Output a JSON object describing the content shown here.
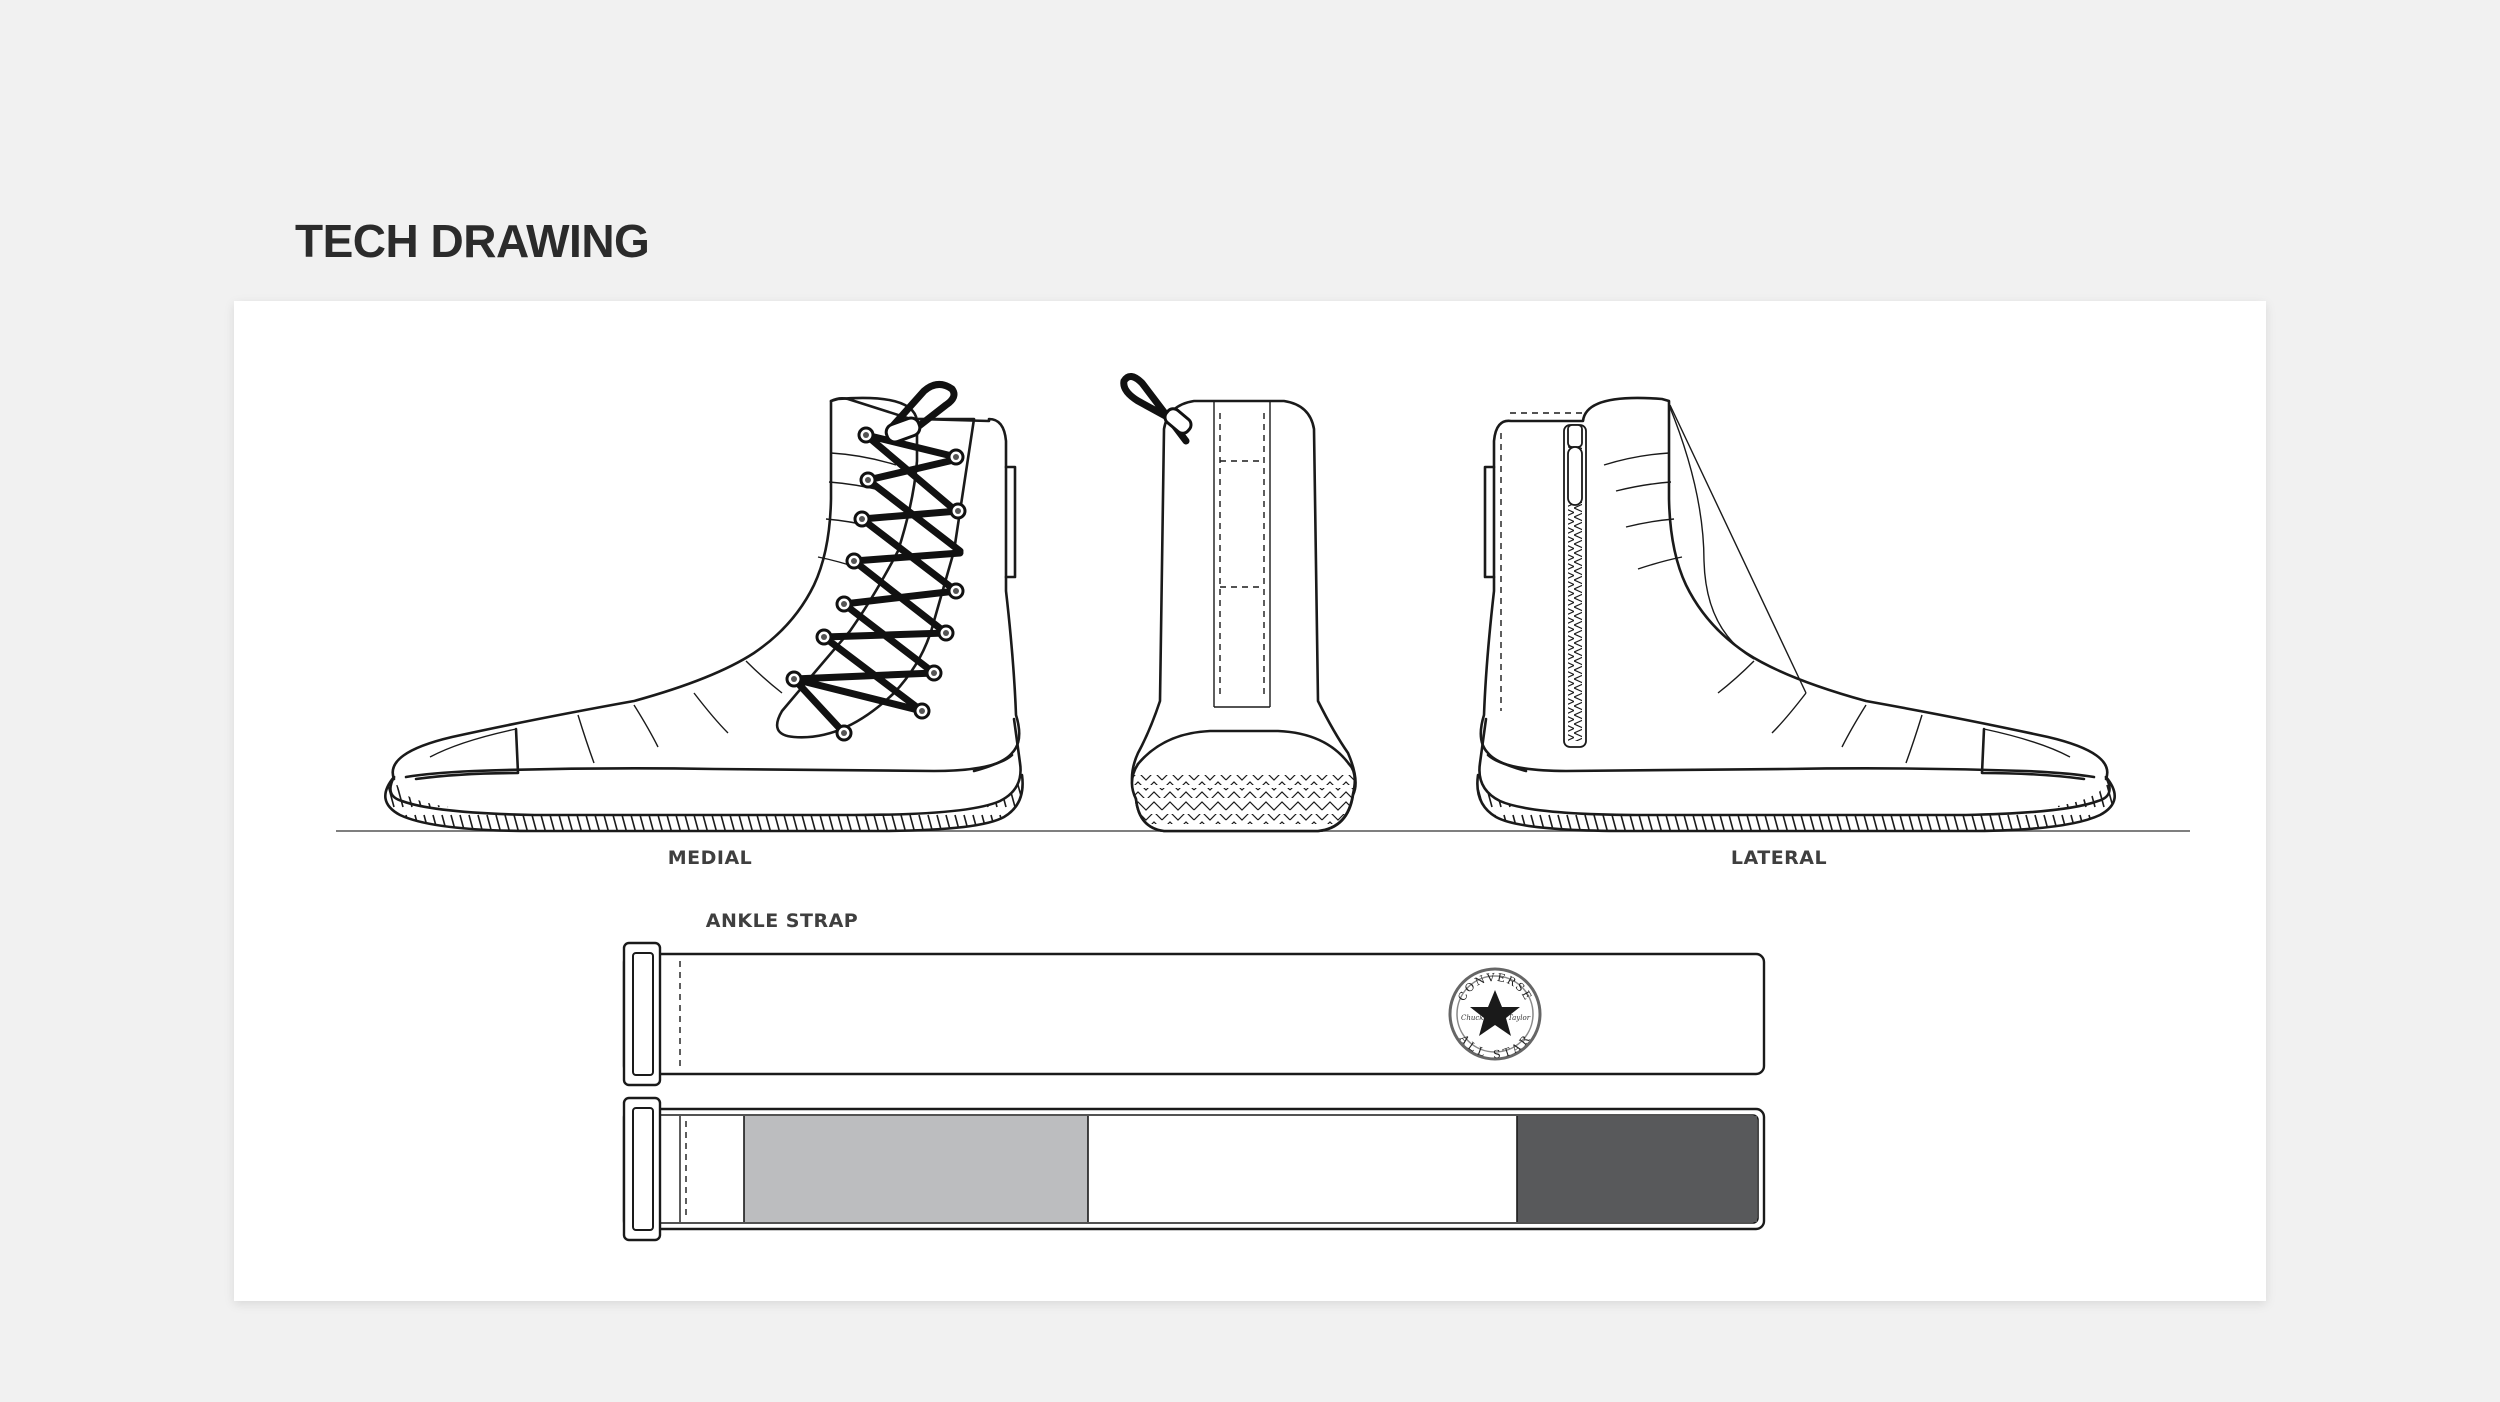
{
  "header": {
    "title": "TECH DRAWING"
  },
  "views": {
    "medial_label": "MEDIAL",
    "lateral_label": "LATERAL",
    "strap_label": "ANKLE STRAP"
  },
  "logo": {
    "brand_top": "CONVERSE",
    "brand_bottom": "ALL STAR",
    "signature_left": "Chuck",
    "signature_right": "Taylor"
  },
  "colors": {
    "background": "#f1f1f1",
    "panel": "#ffffff",
    "strap_light_grey": "#bcbdbf",
    "strap_dark_grey": "#58595b",
    "line": "#1a1a1a"
  }
}
